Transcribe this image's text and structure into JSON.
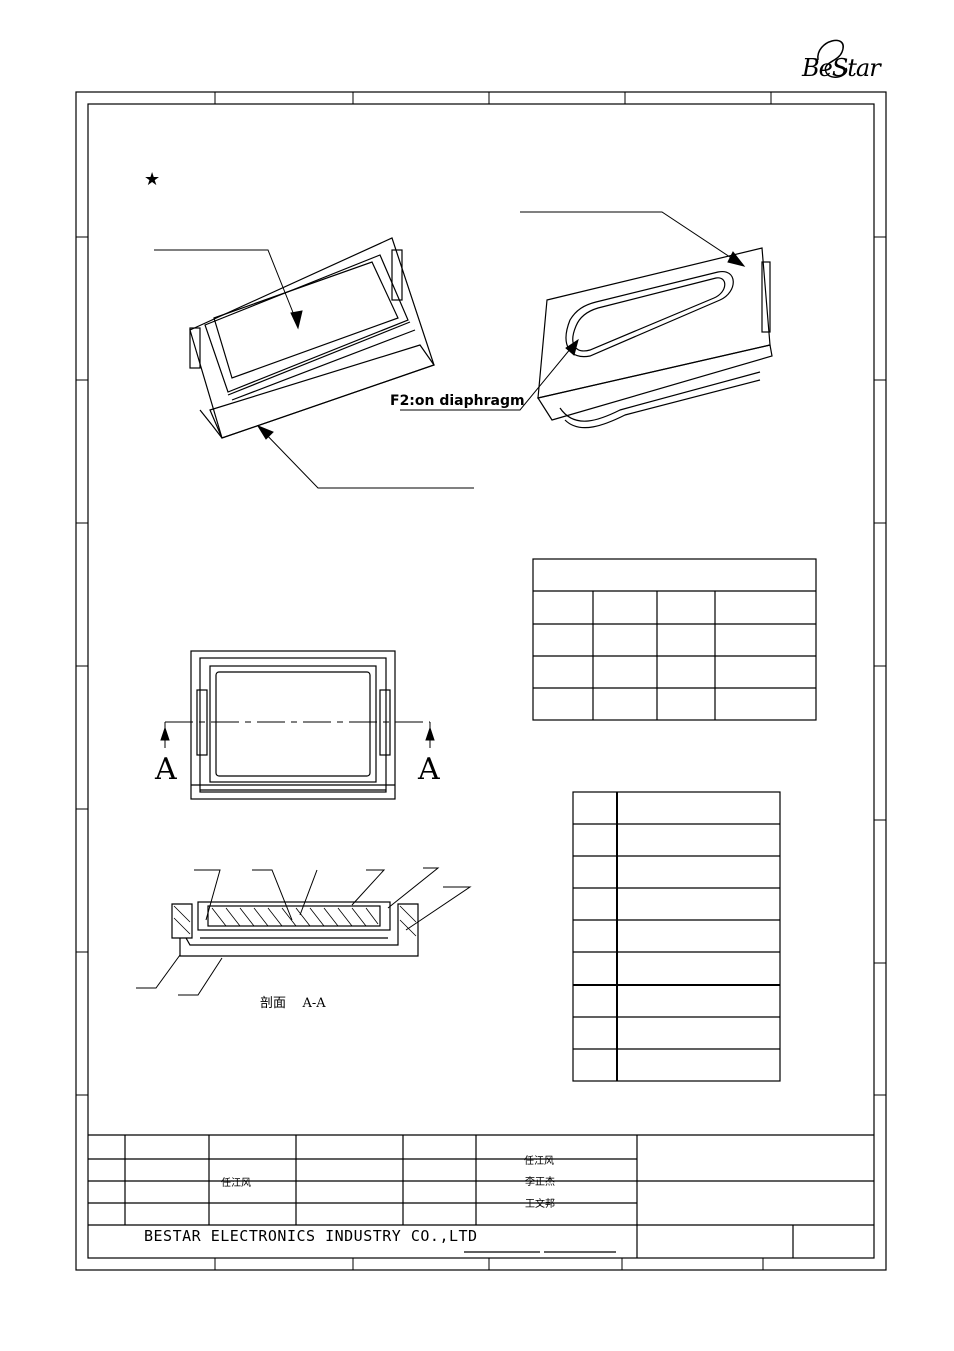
{
  "brand": {
    "logo_text": "BeStar"
  },
  "drawing": {
    "star_mark": "★",
    "annotation_f2": "F2:on diaphragm",
    "section_label": "剖面    A-A",
    "section_mark_left": "A",
    "section_mark_right": "A"
  },
  "title_block": {
    "company": "BESTAR ELECTRONICS INDUSTRY CO.,LTD",
    "drawn_by": "任江风",
    "checked_by": "任江风",
    "reviewed_by": "李正杰",
    "approved_by": "王文邦"
  }
}
